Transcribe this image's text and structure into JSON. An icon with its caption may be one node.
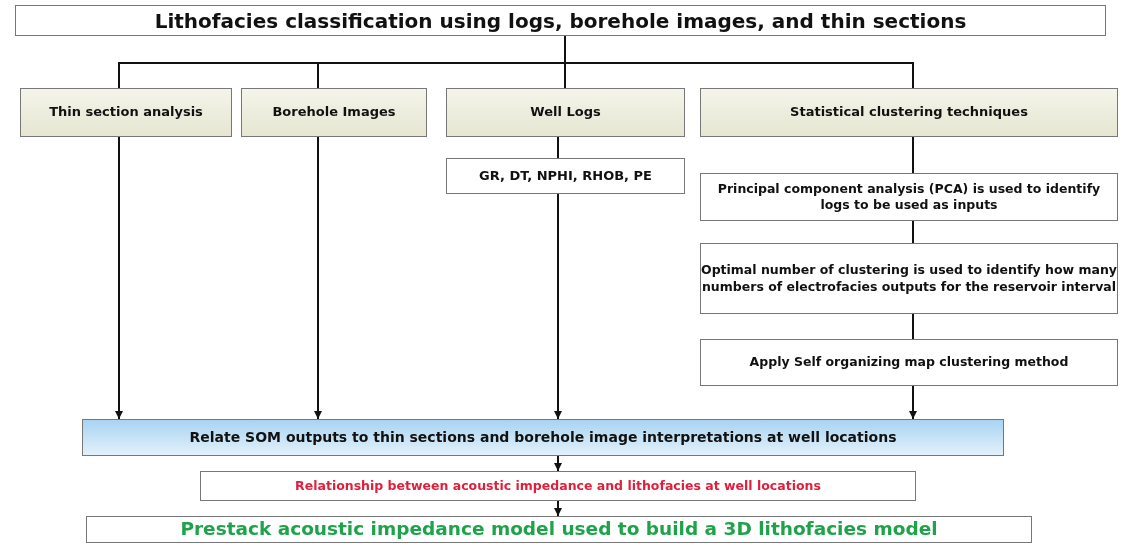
{
  "diagram": {
    "nodes": [
      {
        "text": [
          "Lithofacies classification using logs, borehole images, and thin sections"
        ]
      },
      {
        "text": [
          "Thin section analysis"
        ]
      },
      {
        "text": [
          "Borehole Images"
        ]
      },
      {
        "text": [
          "Well Logs"
        ]
      },
      {
        "text": [
          "Statistical clustering techniques"
        ]
      },
      {
        "text": [
          "GR, DT, NPHI, RHOB, PE"
        ]
      },
      {
        "text": [
          "Principal component analysis (PCA) is used to identify logs to be used as inputs"
        ]
      },
      {
        "text": [
          "Optimal number of clustering is used to identify how many numbers of electrofacies outputs for the reservoir interval"
        ]
      },
      {
        "text": [
          "Apply Self organizing map clustering method"
        ]
      },
      {
        "text": [
          "Relate SOM outputs to thin sections and borehole image interpretations at well locations"
        ]
      },
      {
        "text": [
          "Relationship between acoustic impedance and lithofacies at well locations"
        ]
      },
      {
        "text": [
          "Prestack acoustic impedance model used to build a 3D lithofacies model"
        ]
      }
    ],
    "edges": [
      {
        "from": 0,
        "to": 1,
        "arrow": "none"
      },
      {
        "from": 0,
        "to": 2,
        "arrow": "none"
      },
      {
        "from": 0,
        "to": 3,
        "arrow": "none"
      },
      {
        "from": 0,
        "to": 4,
        "arrow": "none"
      },
      {
        "from": 1,
        "to": 9,
        "arrow": "to"
      },
      {
        "from": 2,
        "to": 9,
        "arrow": "to"
      },
      {
        "from": 3,
        "to": 5,
        "arrow": "none"
      },
      {
        "from": 5,
        "to": 9,
        "arrow": "to"
      },
      {
        "from": 4,
        "to": 6,
        "arrow": "none"
      },
      {
        "from": 6,
        "to": 7,
        "arrow": "none"
      },
      {
        "from": 7,
        "to": 8,
        "arrow": "none"
      },
      {
        "from": 8,
        "to": 9,
        "arrow": "to"
      },
      {
        "from": 9,
        "to": 10,
        "arrow": "to"
      },
      {
        "from": 10,
        "to": 11,
        "arrow": "to"
      }
    ]
  }
}
